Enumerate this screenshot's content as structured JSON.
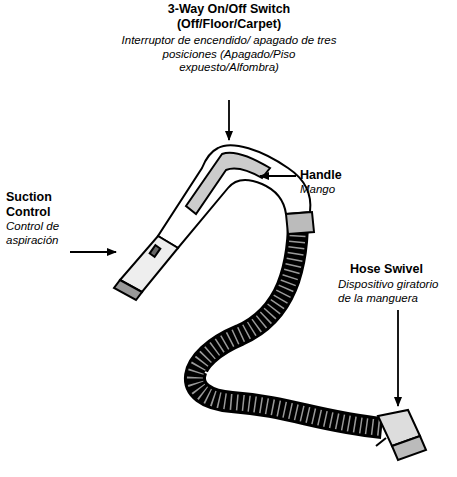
{
  "diagram": {
    "labels": [
      "3-Way On/Off Switch (Off/Floor/Carpet)",
      "Interruptor de encendido/ apagado de tres posiciones (Apagado/Piso expuesto/Alfombra)",
      "Handle",
      "Mango",
      "Suction Control",
      "Control de aspiración",
      "Hose Swivel",
      "Dispositivo giratorio de la manguera"
    ]
  }
}
